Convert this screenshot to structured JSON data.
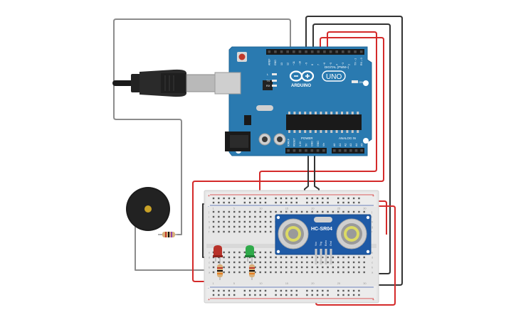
{
  "board": {
    "brand": "ARDUINO",
    "model": "UNO",
    "digital_header_label": "DIGITAL (PWM~)",
    "analog_header_label": "ANALOG IN",
    "power_header_label": "POWER",
    "tx_label": "TX",
    "rx_label": "RX",
    "on_label": "ON",
    "l_label": "L",
    "top_pins": [
      "AREF",
      "GND",
      "13",
      "12",
      "~11",
      "~10",
      "~9",
      "8",
      "7",
      "~6",
      "~5",
      "4",
      "~3",
      "2",
      "TX→1",
      "RX←0"
    ],
    "power_pins": [
      "IOREF",
      "RESET",
      "3.3V",
      "5V",
      "GND",
      "GND",
      "Vin"
    ],
    "analog_pins": [
      "A0",
      "A1",
      "A2",
      "A3",
      "A4",
      "A5"
    ]
  },
  "sensor": {
    "model": "HC-SR04",
    "pins": [
      "Vcc",
      "Trig",
      "Echo",
      "Gnd"
    ]
  },
  "breadboard": {
    "row_letters_top": [
      "j",
      "i",
      "h",
      "g",
      "f"
    ],
    "row_letters_bottom": [
      "e",
      "d",
      "c",
      "b",
      "a"
    ],
    "rail_plus": "+",
    "rail_minus": "-",
    "column_numbers": [
      "1",
      "5",
      "10",
      "15",
      "20",
      "25",
      "30"
    ]
  },
  "leds": [
    {
      "color": "red",
      "hex": "#c0392b"
    },
    {
      "color": "green",
      "hex": "#27ae60"
    }
  ],
  "colors": {
    "board": "#2a7ab0",
    "wire_red": "#d42a2a",
    "wire_black": "#333333",
    "wire_gray": "#8c8c8c",
    "sensor_pcb": "#1e5aa6"
  }
}
